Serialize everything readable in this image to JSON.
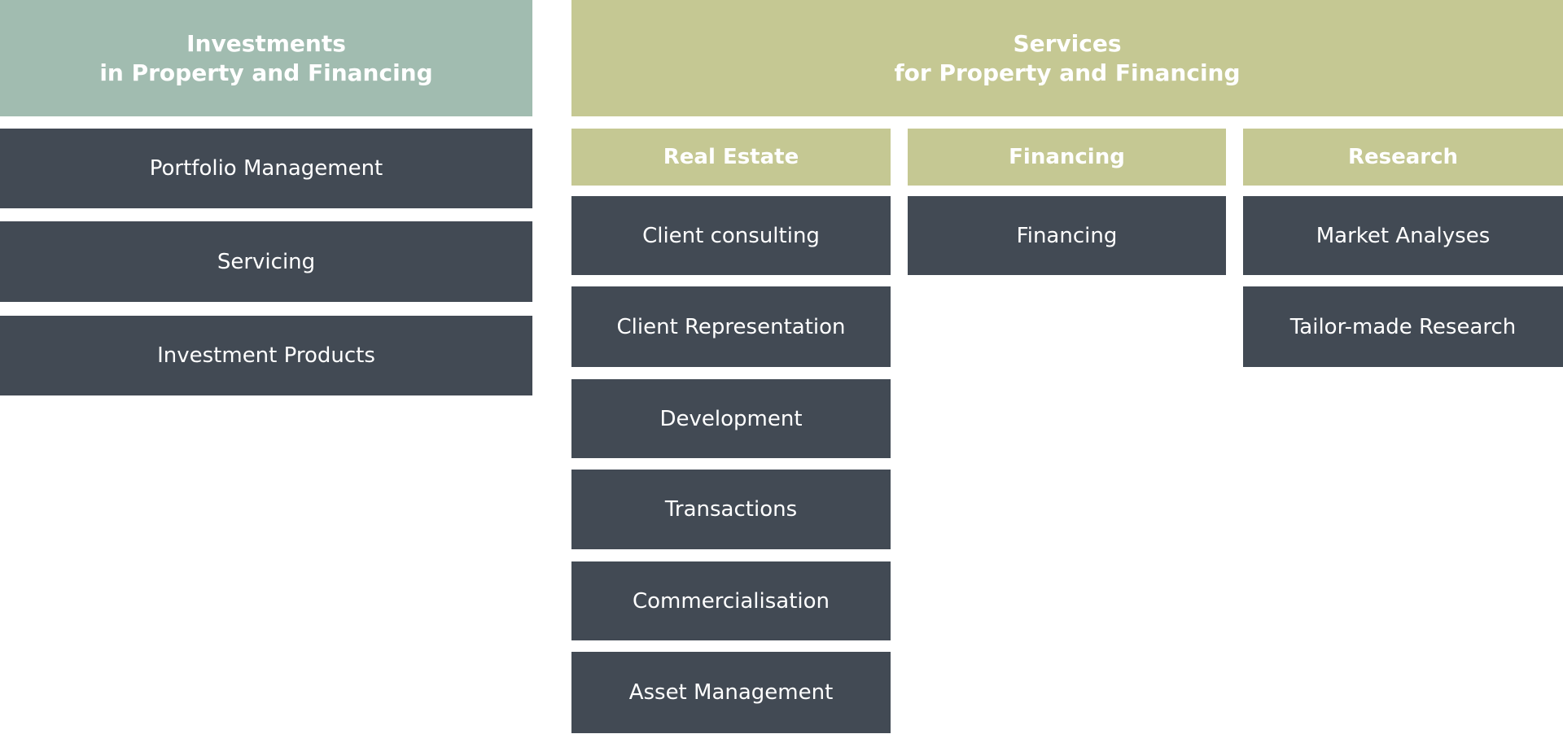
{
  "investments": {
    "title_line1": "Investments",
    "title_line2": "in Property and Financing",
    "items": [
      "Portfolio Management",
      "Servicing",
      "Investment Products"
    ]
  },
  "services": {
    "title_line1": "Services",
    "title_line2": "for Property and Financing",
    "columns": [
      {
        "label": "Real Estate",
        "items": [
          "Client consulting",
          "Client Representation",
          "Development",
          "Transactions",
          "Commercialisation",
          "Asset Management"
        ]
      },
      {
        "label": "Financing",
        "items": [
          "Financing"
        ]
      },
      {
        "label": "Research",
        "items": [
          "Market Analyses",
          "Tailor-made Research"
        ]
      }
    ]
  },
  "colors": {
    "investments_header": "#a1bcb0",
    "services_header": "#c5c893",
    "item_box": "#424a54",
    "text": "#ffffff"
  }
}
